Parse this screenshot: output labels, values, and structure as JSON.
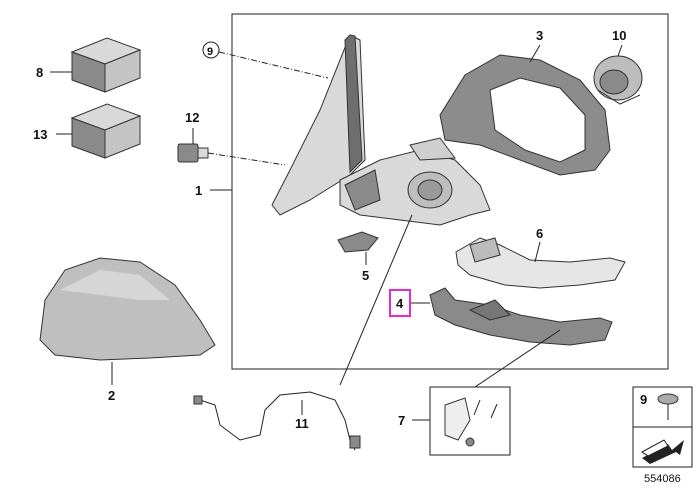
{
  "diagram": {
    "callouts": [
      {
        "id": "p8",
        "label": "8"
      },
      {
        "id": "p13",
        "label": "13"
      },
      {
        "id": "p9c",
        "label": "9"
      },
      {
        "id": "p12",
        "label": "12"
      },
      {
        "id": "p1",
        "label": "1"
      },
      {
        "id": "p3",
        "label": "3"
      },
      {
        "id": "p10",
        "label": "10"
      },
      {
        "id": "p6",
        "label": "6"
      },
      {
        "id": "p5",
        "label": "5"
      },
      {
        "id": "p4",
        "label": "4"
      },
      {
        "id": "p2",
        "label": "2"
      },
      {
        "id": "p11",
        "label": "11"
      },
      {
        "id": "p7",
        "label": "7"
      },
      {
        "id": "p9",
        "label": "9"
      }
    ],
    "highlighted_callout": "4",
    "highlight_color": "#e62ad0",
    "diagram_number": "554086"
  }
}
